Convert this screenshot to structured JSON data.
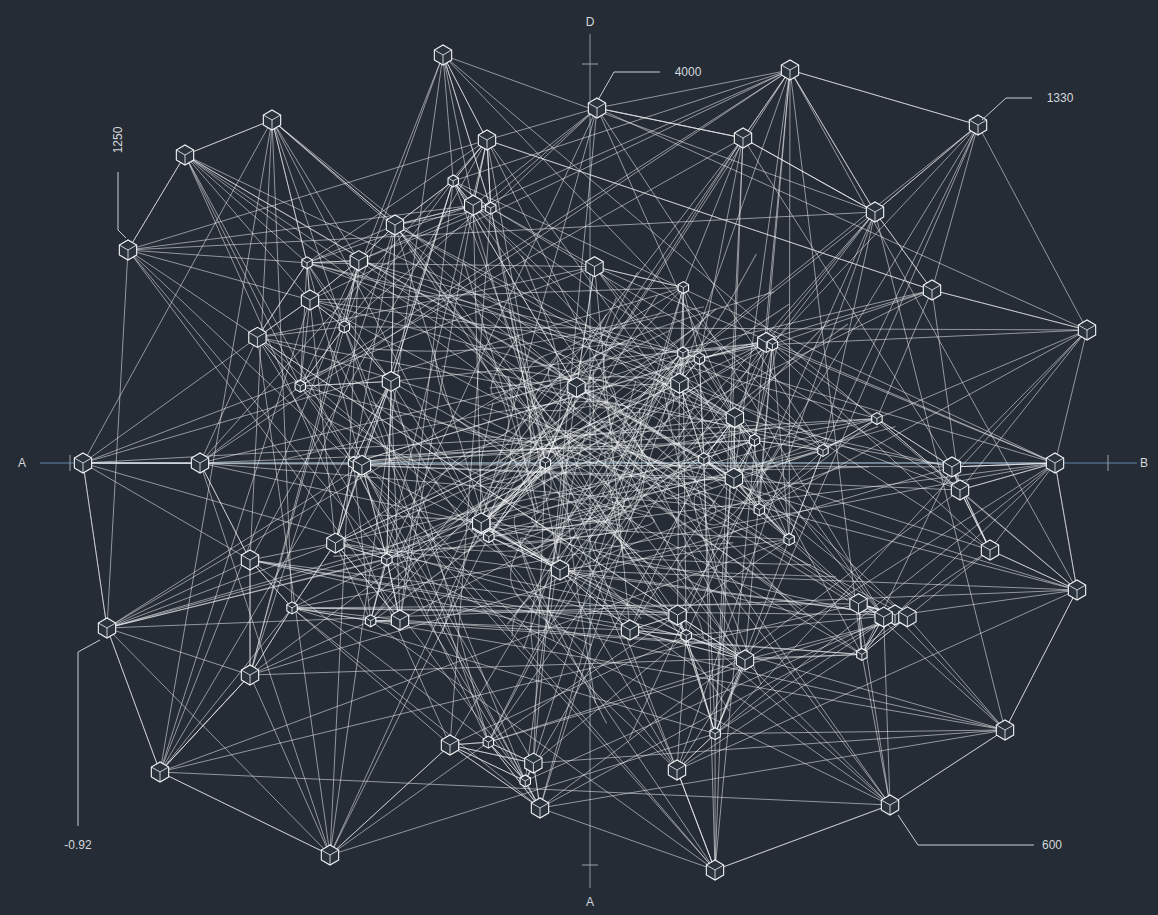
{
  "diagram": {
    "labels": [
      "D",
      "4000",
      "1330",
      "1250",
      "A",
      "B",
      "-0.92",
      "600",
      "A"
    ]
  }
}
